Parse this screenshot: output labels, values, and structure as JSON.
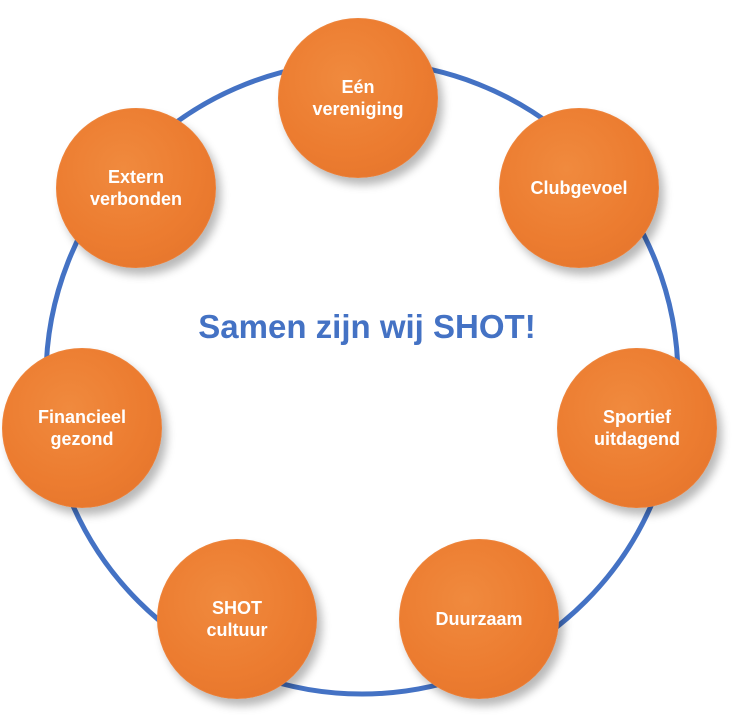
{
  "diagram": {
    "title": "Samen zijn wij SHOT!",
    "colors": {
      "ring": "#4472c4",
      "node_fill": "#ec7c30",
      "node_text": "#ffffff",
      "title": "#4472c4"
    },
    "nodes": [
      {
        "label": "Eén\nvereniging"
      },
      {
        "label": "Clubgevoel"
      },
      {
        "label": "Sportief\nuitdagend"
      },
      {
        "label": "Duurzaam"
      },
      {
        "label": "SHOT\ncultuur"
      },
      {
        "label": "Financieel\ngezond"
      },
      {
        "label": "Extern\nverbonden"
      }
    ]
  }
}
